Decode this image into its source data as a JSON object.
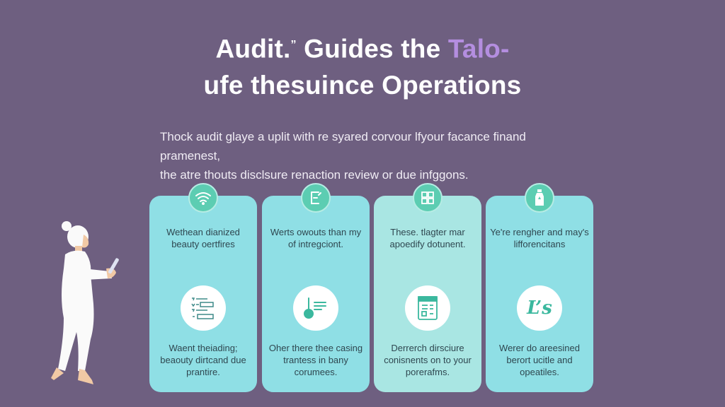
{
  "header": {
    "title_part1": "Audit.",
    "title_quote": "”",
    "title_part2": " Guides the ",
    "title_accent": "Talo-",
    "title_line2": "ufe thesuince Operations",
    "accent_color": "#b48ee0"
  },
  "intro": {
    "line1": "Thock audit glaye a uplit with re syared corvour lfyour facance finand pramenest,",
    "line2": "the atre thouts disclsure renaction review or due infggons."
  },
  "colors": {
    "background": "#6e5f80",
    "card": "#8fdfe5",
    "card_alt": "#a9e6e3",
    "icon_badge": "#5ccdb2",
    "card_text": "#2f4750"
  },
  "cards": [
    {
      "top_icon": "wifi-icon",
      "top_text": "Wethean dianized beauty oertfires",
      "mid_icon": "checklist-icon",
      "bottom_text": "Waent theiading; beaouty dirtcand due prantire."
    },
    {
      "top_icon": "document-edit-icon",
      "top_text": "Werts owouts than my of intregciont.",
      "mid_icon": "key-list-icon",
      "bottom_text": "Oher there thee casing trantess in bany corumees."
    },
    {
      "top_icon": "grid-document-icon",
      "top_text": "These. tlagter mar apoedify dotunent.",
      "mid_icon": "form-document-icon",
      "bottom_text": "Derrerch dirsciure conisnents on to your porerafms."
    },
    {
      "top_icon": "bottle-icon",
      "top_text": "Ye're rengher and may's lifforencitans",
      "mid_icon": "ls-logo-icon",
      "mid_icon_text": "L’s",
      "bottom_text": "Werer do areesined berort ucitle and opeatiles."
    }
  ],
  "illustration": {
    "subject": "woman-with-tablet"
  }
}
